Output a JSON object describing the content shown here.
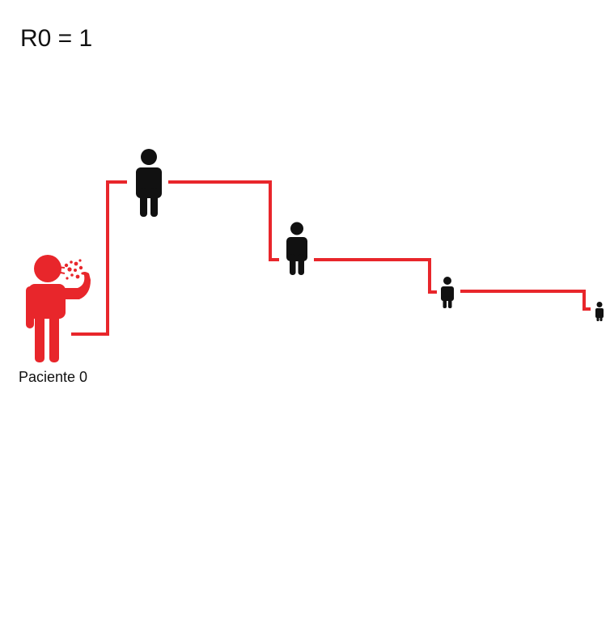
{
  "title": "R0 = 1",
  "patient_zero": {
    "label": "Paciente 0",
    "icon": "coughing-person-icon"
  },
  "generations": [
    {
      "name": "contact-1",
      "icon": "person-icon"
    },
    {
      "name": "contact-2",
      "icon": "person-icon"
    },
    {
      "name": "contact-3",
      "icon": "person-icon"
    },
    {
      "name": "contact-4",
      "icon": "person-icon"
    }
  ],
  "colors": {
    "transmission_line": "#e8262b",
    "infected_person": "#e8262b",
    "person": "#111111",
    "text": "#111111",
    "background": "#ffffff"
  }
}
